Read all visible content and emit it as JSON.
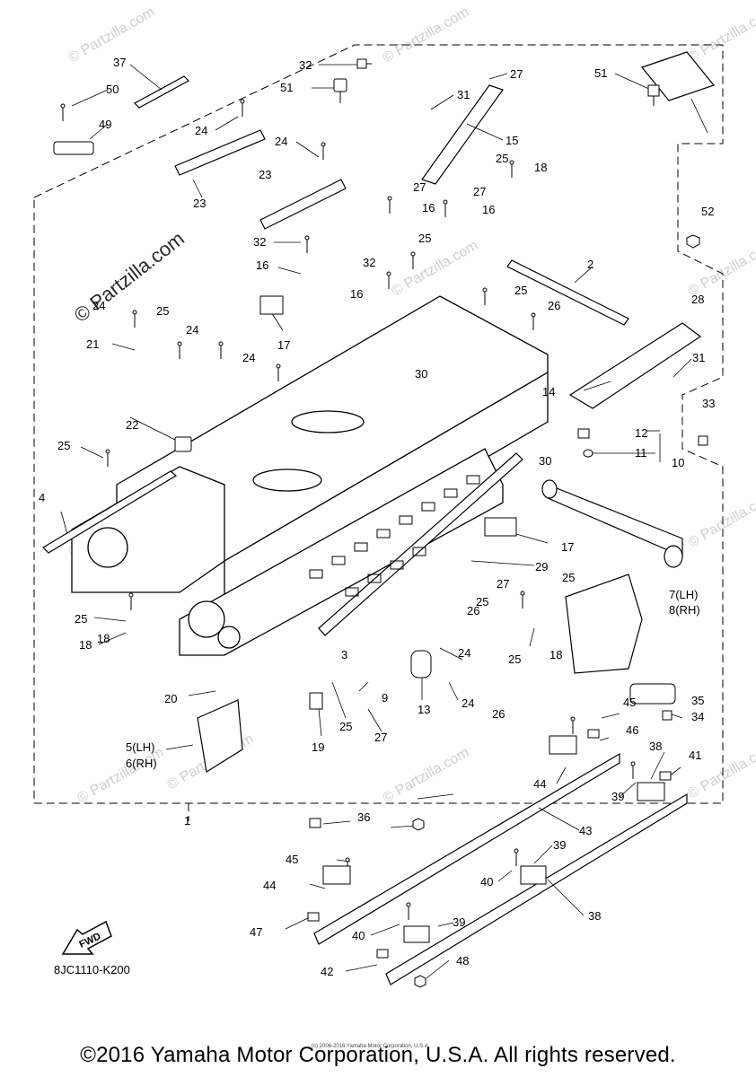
{
  "watermark": {
    "brand": "© Partzilla.com",
    "tile": "© Partzilla.com"
  },
  "diagram": {
    "code": "8JC1110-K200",
    "fwd_label": "FWD",
    "small_copyright": "(c) 2006-2016 Yamaha Motor Corporation, U.S.A.",
    "callouts": [
      "1",
      "2",
      "3",
      "4",
      "5(LH)",
      "6(RH)",
      "7(LH)",
      "8(RH)",
      "9",
      "10",
      "11",
      "12",
      "13",
      "14",
      "15",
      "16",
      "16",
      "16",
      "16",
      "17",
      "17",
      "18",
      "18",
      "18",
      "18",
      "19",
      "20",
      "21",
      "22",
      "23",
      "23",
      "24",
      "24",
      "24",
      "24",
      "24",
      "24",
      "24",
      "25",
      "25",
      "25",
      "25",
      "25",
      "25",
      "25",
      "25",
      "25",
      "25",
      "26",
      "26",
      "26",
      "27",
      "27",
      "27",
      "27",
      "27",
      "28",
      "29",
      "30",
      "30",
      "31",
      "31",
      "32",
      "32",
      "32",
      "33",
      "34",
      "35",
      "36",
      "37",
      "38",
      "38",
      "39",
      "39",
      "39",
      "40",
      "40",
      "41",
      "42",
      "43",
      "44",
      "44",
      "45",
      "45",
      "46",
      "47",
      "48",
      "49",
      "50",
      "51",
      "51",
      "52"
    ]
  },
  "footer": {
    "copyright": "©2016 Yamaha Motor Corporation, U.S.A. All rights reserved."
  }
}
